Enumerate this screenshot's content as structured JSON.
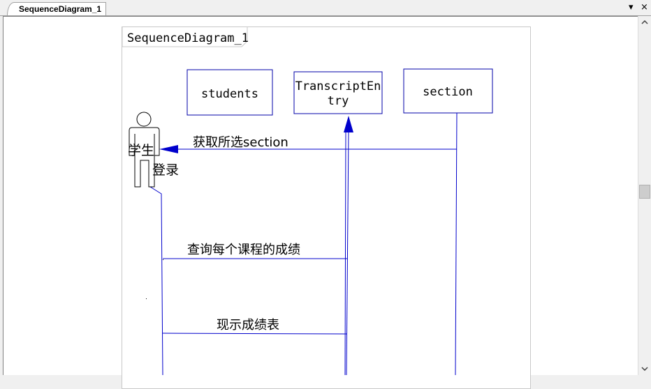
{
  "tab": {
    "title": "SequenceDiagram_1",
    "dropdown_icon": "▾",
    "close_icon": "×"
  },
  "scrollbar": {
    "up_icon": "chevron-up",
    "down_icon": "chevron-down"
  },
  "diagram": {
    "frame_title": "SequenceDiagram_1",
    "objects": [
      {
        "label": "students"
      },
      {
        "label_lines": [
          "TranscriptEn",
          "try"
        ]
      },
      {
        "label": "section"
      }
    ],
    "actor": {
      "name": "学生",
      "note": "登录"
    },
    "messages": [
      {
        "label": "获取所选section"
      },
      {
        "label": "查询每个课程的成绩"
      },
      {
        "label": "现示成绩表"
      }
    ],
    "line_color": "#0000cc"
  }
}
